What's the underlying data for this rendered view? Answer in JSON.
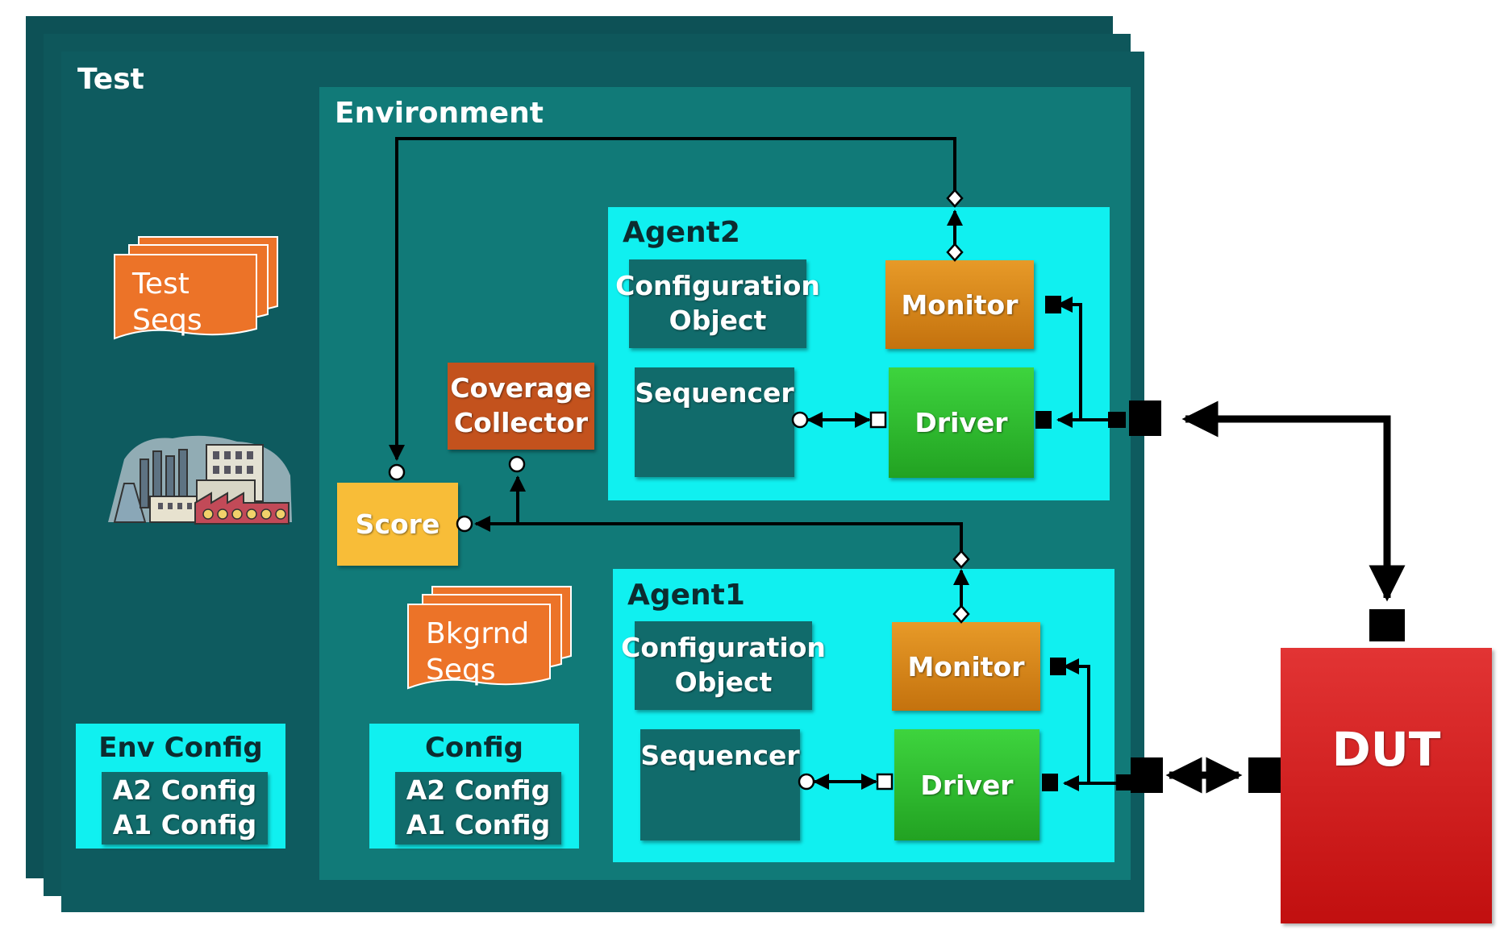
{
  "test": {
    "title": "Test",
    "test_seqs": [
      "Test",
      "Seqs"
    ],
    "factory_icon": "factory-icon"
  },
  "environment": {
    "title": "Environment"
  },
  "agent2": {
    "title": "Agent2",
    "config": [
      "Configuration",
      "Object"
    ],
    "sequencer": "Sequencer",
    "monitor": "Monitor",
    "driver": "Driver"
  },
  "agent1": {
    "title": "Agent1",
    "config": [
      "Configuration",
      "Object"
    ],
    "sequencer": "Sequencer",
    "monitor": "Monitor",
    "driver": "Driver"
  },
  "coverage": [
    "Coverage",
    "Collector"
  ],
  "score": "Score",
  "bkgrnd_seqs": [
    "Bkgrnd",
    "Seqs"
  ],
  "env_config": {
    "title": "Env Config",
    "items": [
      "A2 Config",
      "A1 Config"
    ]
  },
  "config": {
    "title": "Config",
    "items": [
      "A2 Config",
      "A1 Config"
    ]
  },
  "dut": "DUT",
  "colors": {
    "panel": "#0e5b5f",
    "environment": "#117a78",
    "agent": "#10f0f0",
    "monitor": "#d9861a",
    "driver": "#2fbd2f",
    "coverage": "#c3521d",
    "score": "#f8bd38",
    "dut": "#d21e1e",
    "seqs": "#ec7328"
  }
}
